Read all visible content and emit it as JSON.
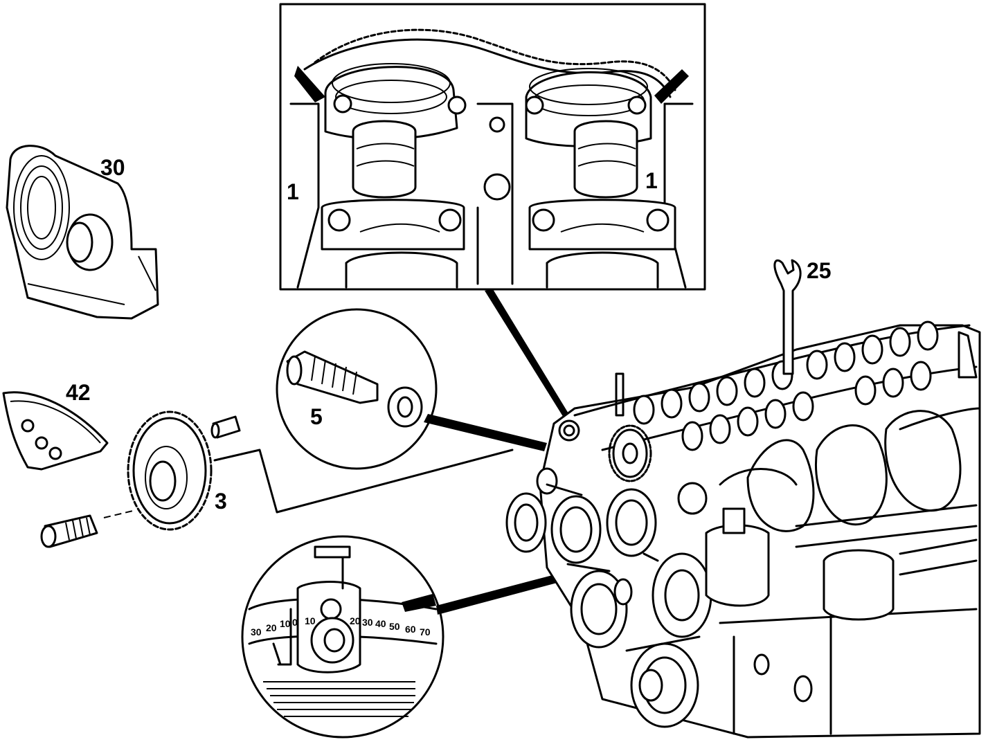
{
  "diagram": {
    "callouts": {
      "chain_marker_left": "1",
      "chain_marker_right": "1",
      "timing_case_cover": "30",
      "wrench_tool": "25",
      "chain_guide_rail": "42",
      "bolt_and_washer": "5",
      "camshaft_sprocket": "3"
    },
    "timing_scale_ticks": [
      "30",
      "20",
      "10",
      "0",
      "10",
      "20",
      "30",
      "40",
      "50",
      "60",
      "70"
    ],
    "colors": {
      "line": "#000000",
      "background": "#ffffff"
    }
  }
}
